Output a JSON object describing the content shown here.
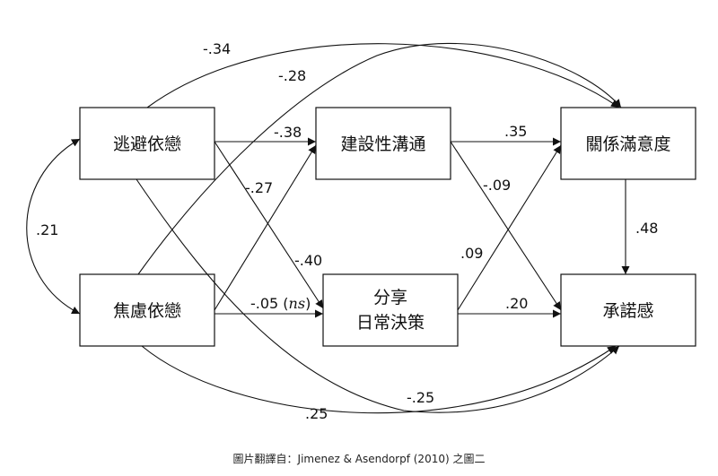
{
  "nodes": {
    "avoidant": "逃避依戀",
    "anxious": "焦慮依戀",
    "constructive": "建設性溝通",
    "sharing_line1": "分享",
    "sharing_line2": "日常決策",
    "satisfaction": "關係滿意度",
    "commitment": "承諾感"
  },
  "paths": {
    "avoid_to_satisfaction": "-.34",
    "anxious_to_satisfaction": "-.28",
    "avoid_to_constructive": "-.38",
    "anxious_to_constructive": "-.27",
    "avoid_to_sharing": "-.40",
    "anxious_to_sharing": "-.05",
    "anxious_to_sharing_ns": "ns",
    "constructive_to_satisfaction": ".35",
    "constructive_to_commitment": "-.09",
    "sharing_to_satisfaction": ".09",
    "sharing_to_commitment": ".20",
    "satisfaction_to_commitment": ".48",
    "avoid_to_commitment": "-.25",
    "anxious_to_commitment": ".25",
    "correlation": ".21"
  },
  "caption": "圖片翻譯自：Jimenez & Asendorpf (2010) 之圖二"
}
